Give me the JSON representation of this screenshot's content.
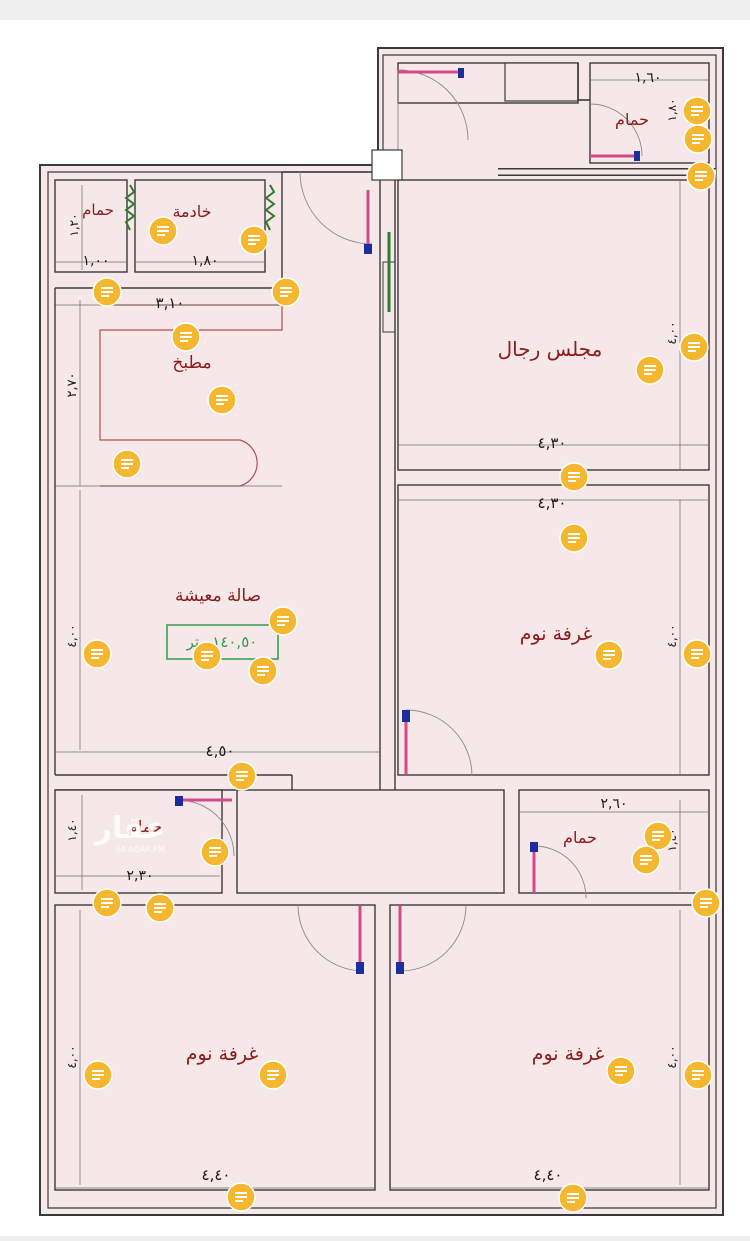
{
  "rooms": {
    "bath_top_right": "حمام",
    "majlis": "مجلس رجال",
    "maid": "خادمة",
    "bath_maid": "حمام",
    "kitchen": "مطبخ",
    "living": "صالة معيشة",
    "area_label": "١٤٠,٥٠ متر",
    "bedroom_right": "غرفة نوم",
    "bath_left": "حمام",
    "bath_right": "حمام",
    "bedroom_bottom_left": "غرفة نوم",
    "bedroom_bottom_right": "غرفة نوم"
  },
  "dimensions": {
    "bath_top_right_w": "١,٦٠",
    "bath_top_right_h": "١,٨٠",
    "maid_w": "١,٨٠",
    "bath_maid_w": "١,٠٠",
    "bath_maid_h": "١,٢٠",
    "kitchen_w": "٣,١٠",
    "kitchen_h": "٢,٧٠",
    "majlis_w": "٤,٣٠",
    "majlis_h": "٤,٠٠",
    "bedroom_right_w": "٤,٣٠",
    "bedroom_right_h": "٤,٠٠",
    "living_w": "٤,٥٠",
    "living_h": "٤,٠٠",
    "bath_left_w": "٢,٣٠",
    "bath_left_h": "١,٤٠",
    "bath_right_w": "٢,٦٠",
    "bath_right_h": "١,٤٠",
    "bedroom_bl_w": "٤,٤٠",
    "bedroom_bl_h": "٤,٠٠",
    "bedroom_br_w": "٤,٤٠",
    "bedroom_br_h": "٤,٠٠"
  },
  "watermark": {
    "brand": "عقار",
    "code": "SA.AQAR.FM"
  },
  "comment_icon": "comment-pin-icon"
}
